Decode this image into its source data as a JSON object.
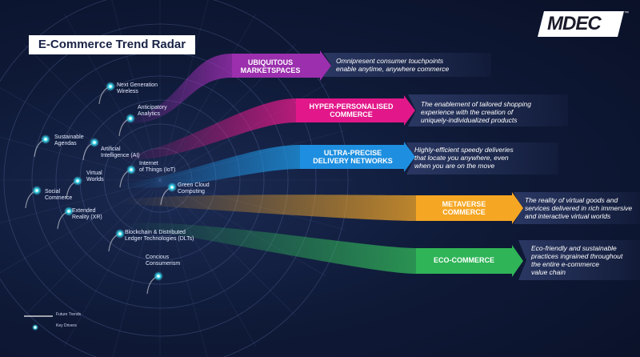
{
  "title": "E-Commerce Trend Radar",
  "logo": {
    "text": "MDEC",
    "tm": "™"
  },
  "key_drivers": [
    {
      "label": "Next Generation\nWireless"
    },
    {
      "label": "Anticipatory\nAnalytics"
    },
    {
      "label": "Sustainable\nAgendas"
    },
    {
      "label": "Artificial\nIntelligence (AI)"
    },
    {
      "label": "Internet\nof Things (IoT)"
    },
    {
      "label": "Virtual\nWorlds"
    },
    {
      "label": "Green Cloud\nComputing"
    },
    {
      "label": "Social\nCommerce"
    },
    {
      "label": "Extended\nReality (XR)"
    },
    {
      "label": "Blockchain & Distributed\nLedger Technologies (DLTs)"
    },
    {
      "label": "Concious\nConsumerism"
    }
  ],
  "future_trends": [
    {
      "label": "UBIQUITOUS\nMARKETSPACES",
      "description": "Omnipresent consumer touchpoints\nenable anytime, anywhere commerce",
      "color": "#9b2fae"
    },
    {
      "label": "HYPER-PERSONALISED\nCOMMERCE",
      "description": "The enablement of tailored shopping\nexperience with the creation of\nuniquely-individualized products",
      "color": "#e2188a"
    },
    {
      "label": "ULTRA-PRECISE\nDELIVERY NETWORKS",
      "description": "Highly-efficient speedy deliveries\nthat locate you anywhere, even\nwhen you are on the move",
      "color": "#1e8fe0"
    },
    {
      "label": "METAVERSE\nCOMMERCE",
      "description": "The reality of virtual goods and\nservices delivered in rich immersive\nand interactive virtual worlds",
      "color": "#f5a623"
    },
    {
      "label": "ECO-COMMERCE",
      "description": "Eco-friendly and sustainable\npractices ingrained throughout\nthe entire e-commerce\nvalue chain",
      "color": "#2fb457"
    }
  ],
  "legend": {
    "future_trends": "Future Trends",
    "key_drivers": "Key Drivers"
  }
}
